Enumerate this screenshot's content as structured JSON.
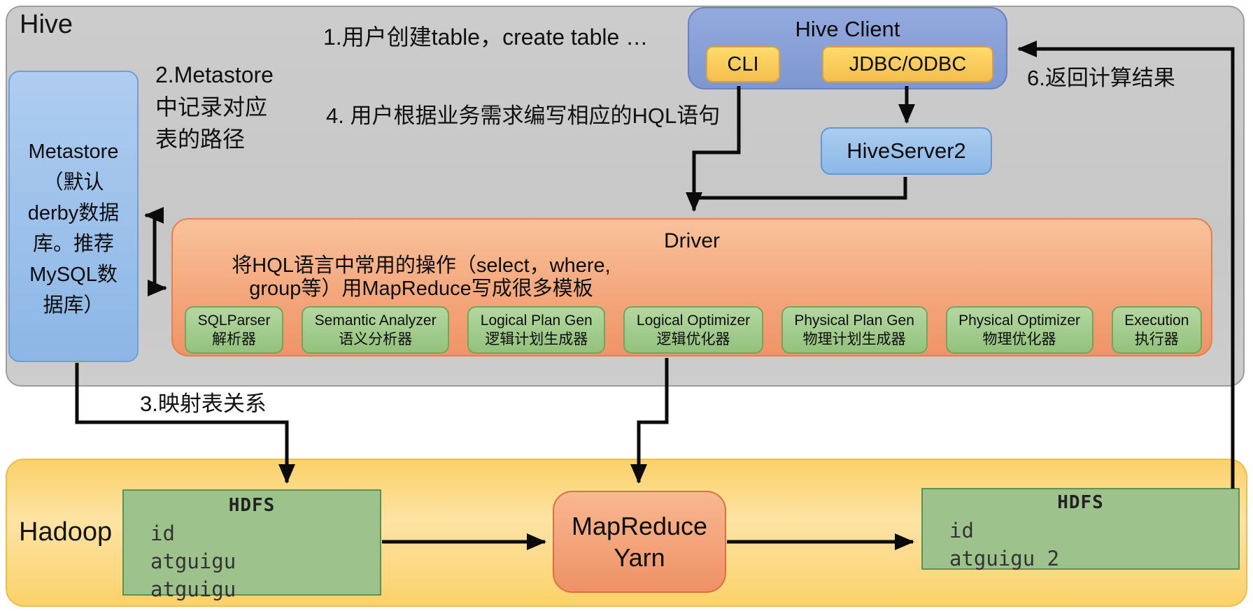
{
  "hive_section": {
    "label": "Hive"
  },
  "metastore": {
    "lines": [
      "Metastore",
      "（默认",
      "derby数据",
      "库。推荐",
      "MySQL数",
      "据库）"
    ]
  },
  "annotations": {
    "step1": "1.用户创建table，create table …",
    "step2_lines": [
      "2.Metastore",
      "中记录对应",
      "表的路径"
    ],
    "step3": "3.映射表关系",
    "step4": "4. 用户根据业务需求编写相应的HQL语句",
    "step6": "6.返回计算结果"
  },
  "hive_client": {
    "title": "Hive Client",
    "cli": "CLI",
    "jdbc": "JDBC/ODBC"
  },
  "hiveserver2": {
    "label": "HiveServer2"
  },
  "driver": {
    "title": "Driver",
    "desc_line1": "将HQL语言中常用的操作（select，where,",
    "desc_line2": "group等）用MapReduce写成很多模板",
    "components": [
      {
        "en": "SQLParser",
        "zh": "解析器"
      },
      {
        "en": "Semantic Analyzer",
        "zh": "语义分析器"
      },
      {
        "en": "Logical Plan Gen",
        "zh": "逻辑计划生成器"
      },
      {
        "en": "Logical Optimizer",
        "zh": "逻辑优化器"
      },
      {
        "en": "Physical Plan Gen",
        "zh": "物理计划生成器"
      },
      {
        "en": "Physical Optimizer",
        "zh": "物理优化器"
      },
      {
        "en": "Execution",
        "zh": "执行器"
      }
    ]
  },
  "hadoop_section": {
    "label": "Hadoop",
    "hdfs_left": {
      "title": "HDFS",
      "rows": [
        "id",
        "atguigu",
        "atguigu"
      ]
    },
    "mapreduce": {
      "line1": "MapReduce",
      "line2": "Yarn"
    },
    "hdfs_right": {
      "title": "HDFS",
      "rows": [
        "id",
        "atguigu 2"
      ]
    }
  },
  "colors": {
    "hive_container_gray": "#c9c9c9",
    "client_blue": "#8ca5d9",
    "light_blue": "#9cc3e8",
    "gold_chip": "#ffd966",
    "driver_orange": "#f4a77c",
    "component_green": "#a9d18e",
    "hadoop_gold": "#fcd36d",
    "hdfs_green": "#9dc28b",
    "arrow_black": "#0b0b0b"
  }
}
